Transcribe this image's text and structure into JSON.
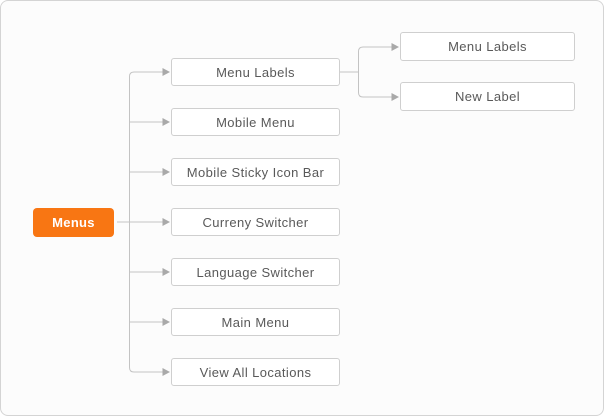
{
  "diagram": {
    "root": {
      "label": "Menus"
    },
    "children": [
      {
        "label": "Menu Labels"
      },
      {
        "label": "Mobile Menu"
      },
      {
        "label": "Mobile Sticky Icon Bar"
      },
      {
        "label": "Curreny Switcher"
      },
      {
        "label": "Language Switcher"
      },
      {
        "label": "Main Menu"
      },
      {
        "label": "View All Locations"
      }
    ],
    "grandchildren": [
      {
        "label": "Menu Labels"
      },
      {
        "label": "New Label"
      }
    ],
    "colors": {
      "accent": "#f87613",
      "background": "#fcfcfc",
      "card_border": "#d4d4d4",
      "node_bg": "#ffffff",
      "node_border": "#cfcfcf",
      "line": "#c3c3c3",
      "arrow": "#a9a9a9",
      "text": "#595959"
    }
  }
}
